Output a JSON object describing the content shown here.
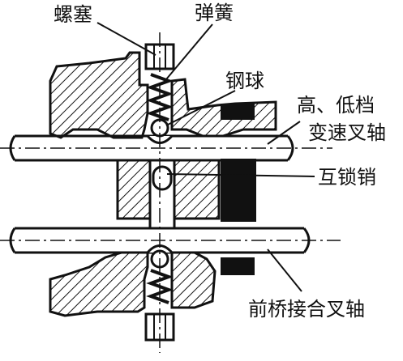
{
  "labels": {
    "plug": "螺塞",
    "spring": "弹簧",
    "steel_ball": "钢球",
    "high_low_shaft_line1": "高、低档",
    "high_low_shaft_line2": "变速叉轴",
    "interlock_pin": "互锁销",
    "front_axle_shaft": "前桥接合叉轴"
  },
  "colors": {
    "ink": "#111111",
    "paper": "#ffffff",
    "seal": "#111111"
  }
}
